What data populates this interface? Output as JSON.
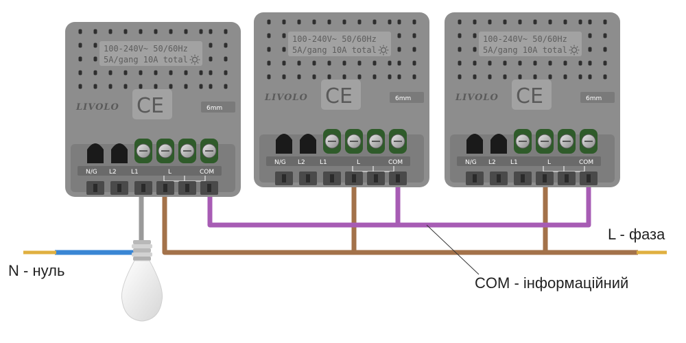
{
  "modules": [
    {
      "spec_line1": "100-240V~  50/60Hz",
      "spec_line2": "5A/gang 10A total",
      "brand": "LIVOLO",
      "cert": "CE",
      "dimension": "6mm",
      "terminals": [
        "N/G",
        "L2",
        "L1",
        "L",
        "COM"
      ]
    },
    {
      "spec_line1": "100-240V~  50/60Hz",
      "spec_line2": "5A/gang 10A total",
      "brand": "LIVOLO",
      "cert": "CE",
      "dimension": "6mm",
      "terminals": [
        "N/G",
        "L2",
        "L1",
        "L",
        "COM"
      ]
    },
    {
      "spec_line1": "100-240V~  50/60Hz",
      "spec_line2": "5A/gang 10A total",
      "brand": "LIVOLO",
      "cert": "CE",
      "dimension": "6mm",
      "terminals": [
        "N/G",
        "L2",
        "L1",
        "L",
        "COM"
      ]
    }
  ],
  "labels": {
    "phase": "L - фаза",
    "neutral": "N -  нуль",
    "com": "COM - інформаційний"
  },
  "colors": {
    "module_body": "#8d8d8d",
    "brown_wire": "#a3724a",
    "purple_wire": "#a75cb4",
    "blue_wire": "#3a86d4",
    "copper": "#e0b040"
  }
}
